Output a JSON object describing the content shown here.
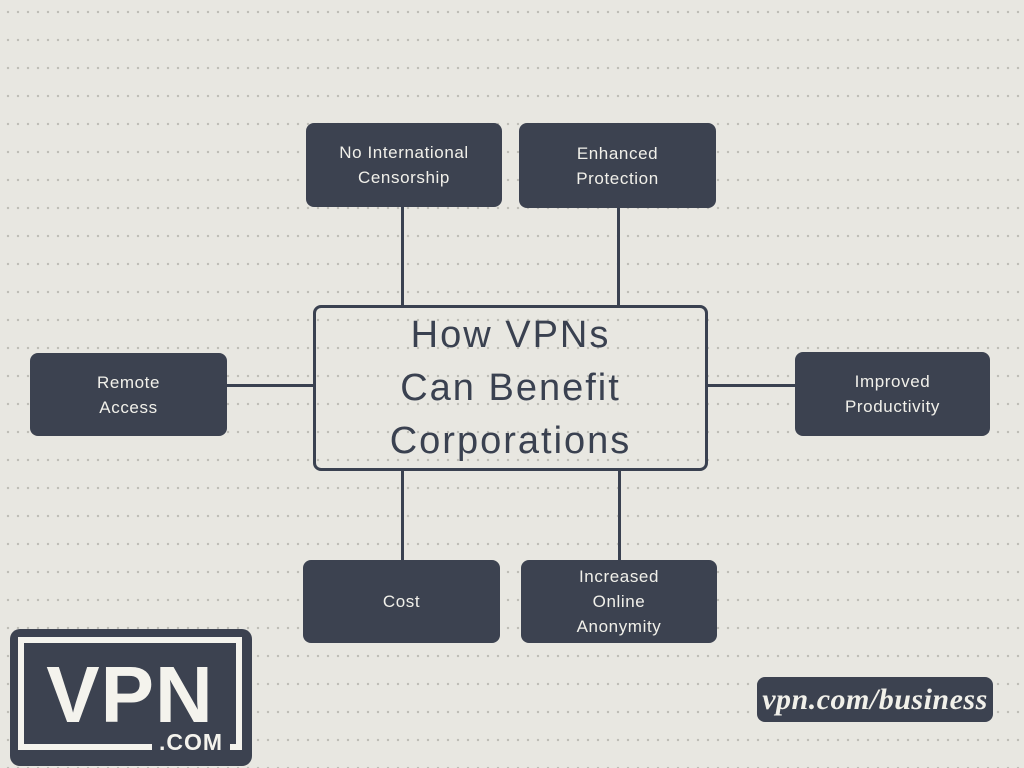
{
  "page": {
    "background_color": "#e8e7e1",
    "box_color": "#3c4250",
    "line_color": "#3a4150",
    "light_text_color": "#f1f0ea",
    "dark_text_color": "#3a4150"
  },
  "diagram": {
    "center": {
      "lines": [
        "How VPNs",
        "Can Benefit",
        "Corporations"
      ]
    },
    "nodes": [
      {
        "id": "no-international-censorship",
        "position": "top-left",
        "lines": [
          "No International",
          "Censorship"
        ]
      },
      {
        "id": "enhanced-protection",
        "position": "top-right",
        "lines": [
          "Enhanced",
          "Protection"
        ]
      },
      {
        "id": "remote-access",
        "position": "left",
        "lines": [
          "Remote",
          "Access"
        ]
      },
      {
        "id": "improved-productivity",
        "position": "right",
        "lines": [
          "Improved",
          "Productivity"
        ]
      },
      {
        "id": "cost",
        "position": "bottom-left",
        "lines": [
          "Cost"
        ]
      },
      {
        "id": "increased-online-anonymity",
        "position": "bottom-right",
        "lines": [
          "Increased",
          "Online",
          "Anonymity"
        ]
      }
    ]
  },
  "logo": {
    "main": "VPN",
    "suffix": ".COM"
  },
  "footer_badge": {
    "text": "vpn.com/business"
  }
}
